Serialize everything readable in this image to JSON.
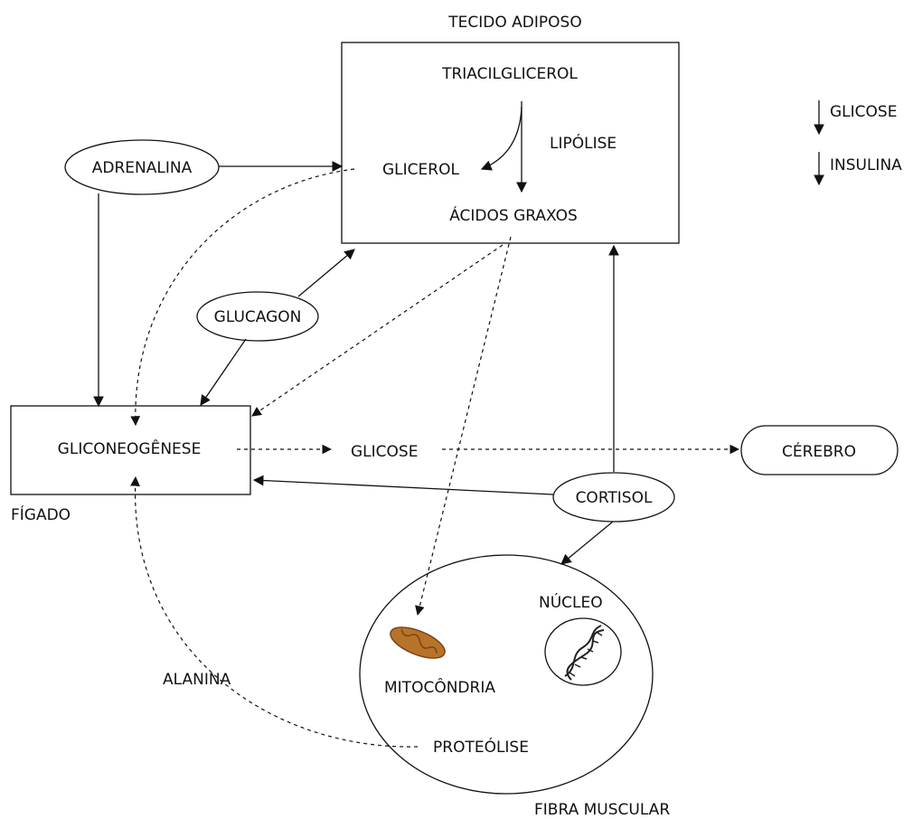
{
  "labels": {
    "adipose_title": "TECIDO ADIPOSO",
    "triacilglicerol": "TRIACILGLICEROL",
    "lipolise": "LIPÓLISE",
    "glicerol": "GLICEROL",
    "acidos_graxos": "ÁCIDOS GRAXOS",
    "glicose_legend": "GLICOSE",
    "insulina_legend": "INSULINA",
    "adrenalina": "ADRENALINA",
    "glucagon": "GLUCAGON",
    "gliconeogenese": "GLICONEOGÊNESE",
    "figado": "FÍGADO",
    "glicose": "GLICOSE",
    "cerebro": "CÉREBRO",
    "cortisol": "CORTISOL",
    "nucleo": "NÚCLEO",
    "mitocondria": "MITOCÔNDRIA",
    "alanina": "ALANINA",
    "proteolise": "PROTEÓLISE",
    "fibra_muscular": "FIBRA MUSCULAR"
  },
  "colors": {
    "ink": "#111111",
    "mitochondria_fill": "#b8732a",
    "mitochondria_inner": "#7a4414"
  },
  "icons": {
    "mitochondria": "mitochondria-icon",
    "dna": "dna-helix-icon"
  }
}
